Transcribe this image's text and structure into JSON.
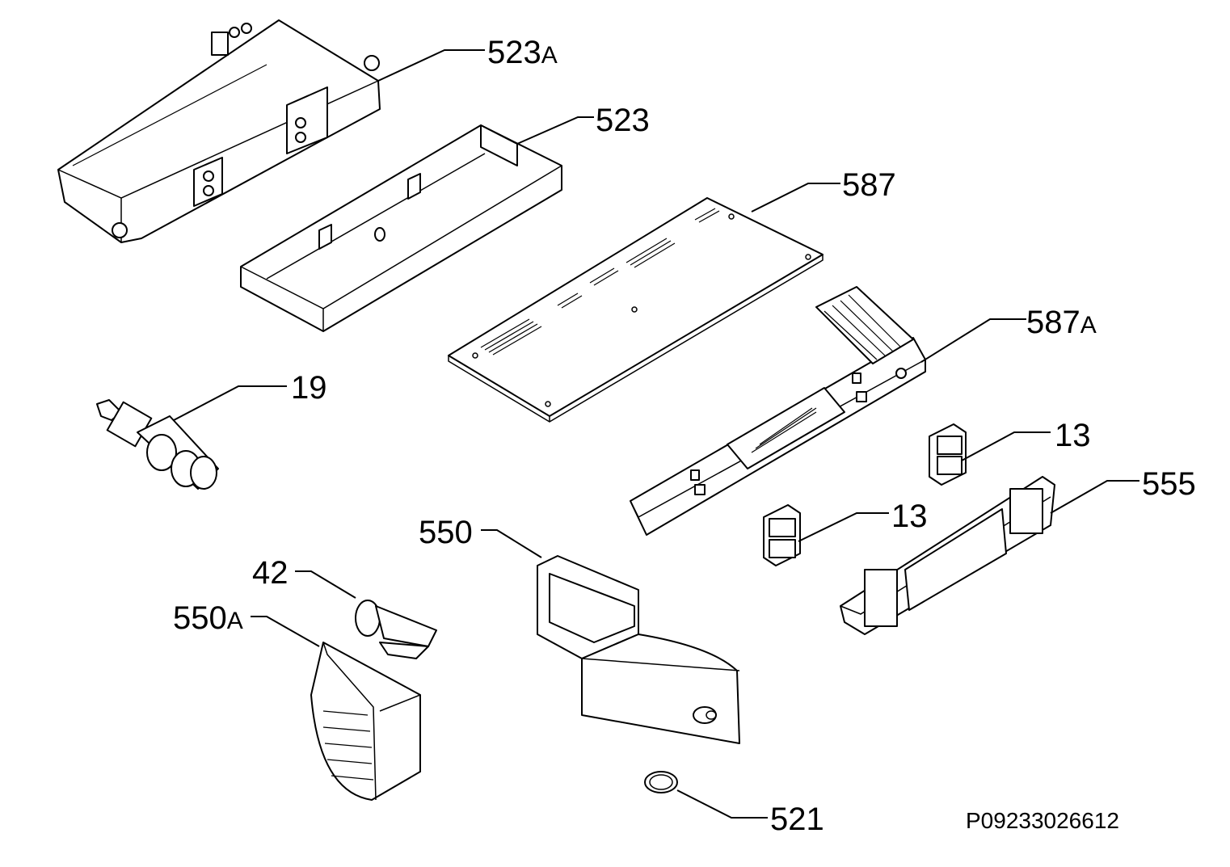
{
  "callouts": {
    "c523a": {
      "num": "523",
      "suffix": "A"
    },
    "c523": {
      "num": "523",
      "suffix": ""
    },
    "c587": {
      "num": "587",
      "suffix": ""
    },
    "c587a": {
      "num": "587",
      "suffix": "A"
    },
    "c19": {
      "num": "19",
      "suffix": ""
    },
    "c13a": {
      "num": "13",
      "suffix": ""
    },
    "c555": {
      "num": "555",
      "suffix": ""
    },
    "c13b": {
      "num": "13",
      "suffix": ""
    },
    "c550": {
      "num": "550",
      "suffix": ""
    },
    "c42": {
      "num": "42",
      "suffix": ""
    },
    "c550a": {
      "num": "550",
      "suffix": "A"
    },
    "c521": {
      "num": "521",
      "suffix": ""
    }
  },
  "drawing_ref": "P09233026612"
}
